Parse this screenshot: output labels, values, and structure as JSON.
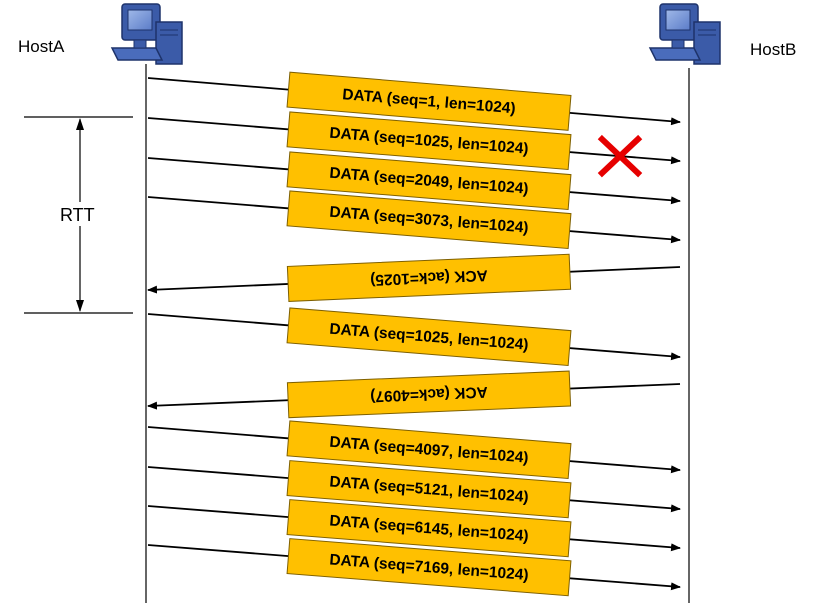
{
  "hosts": {
    "a": {
      "label": "HostA",
      "icon": "computer-icon"
    },
    "b": {
      "label": "HostB",
      "icon": "computer-icon"
    }
  },
  "rtt": {
    "label": "RTT"
  },
  "colors": {
    "box_fill": "#FFC000",
    "box_stroke": "#7F6000",
    "line": "#000000",
    "loss_mark": "#E60000",
    "computer_blue": "#3B5BA8"
  },
  "messages": [
    {
      "text": "DATA (seq=1, len=1024)",
      "direction": "A-to-B",
      "lost": false
    },
    {
      "text": "DATA (seq=1025, len=1024)",
      "direction": "A-to-B",
      "lost": true
    },
    {
      "text": "DATA (seq=2049, len=1024)",
      "direction": "A-to-B",
      "lost": false
    },
    {
      "text": "DATA (seq=3073, len=1024)",
      "direction": "A-to-B",
      "lost": false
    },
    {
      "text": "ACK (ack=1025)",
      "direction": "B-to-A",
      "lost": false
    },
    {
      "text": "DATA (seq=1025, len=1024)",
      "direction": "A-to-B",
      "lost": false
    },
    {
      "text": "ACK (ack=4097)",
      "direction": "B-to-A",
      "lost": false
    },
    {
      "text": "DATA (seq=4097, len=1024)",
      "direction": "A-to-B",
      "lost": false
    },
    {
      "text": "DATA (seq=5121, len=1024)",
      "direction": "A-to-B",
      "lost": false
    },
    {
      "text": "DATA (seq=6145, len=1024)",
      "direction": "A-to-B",
      "lost": false
    },
    {
      "text": "DATA (seq=7169, len=1024)",
      "direction": "A-to-B",
      "lost": false
    }
  ]
}
